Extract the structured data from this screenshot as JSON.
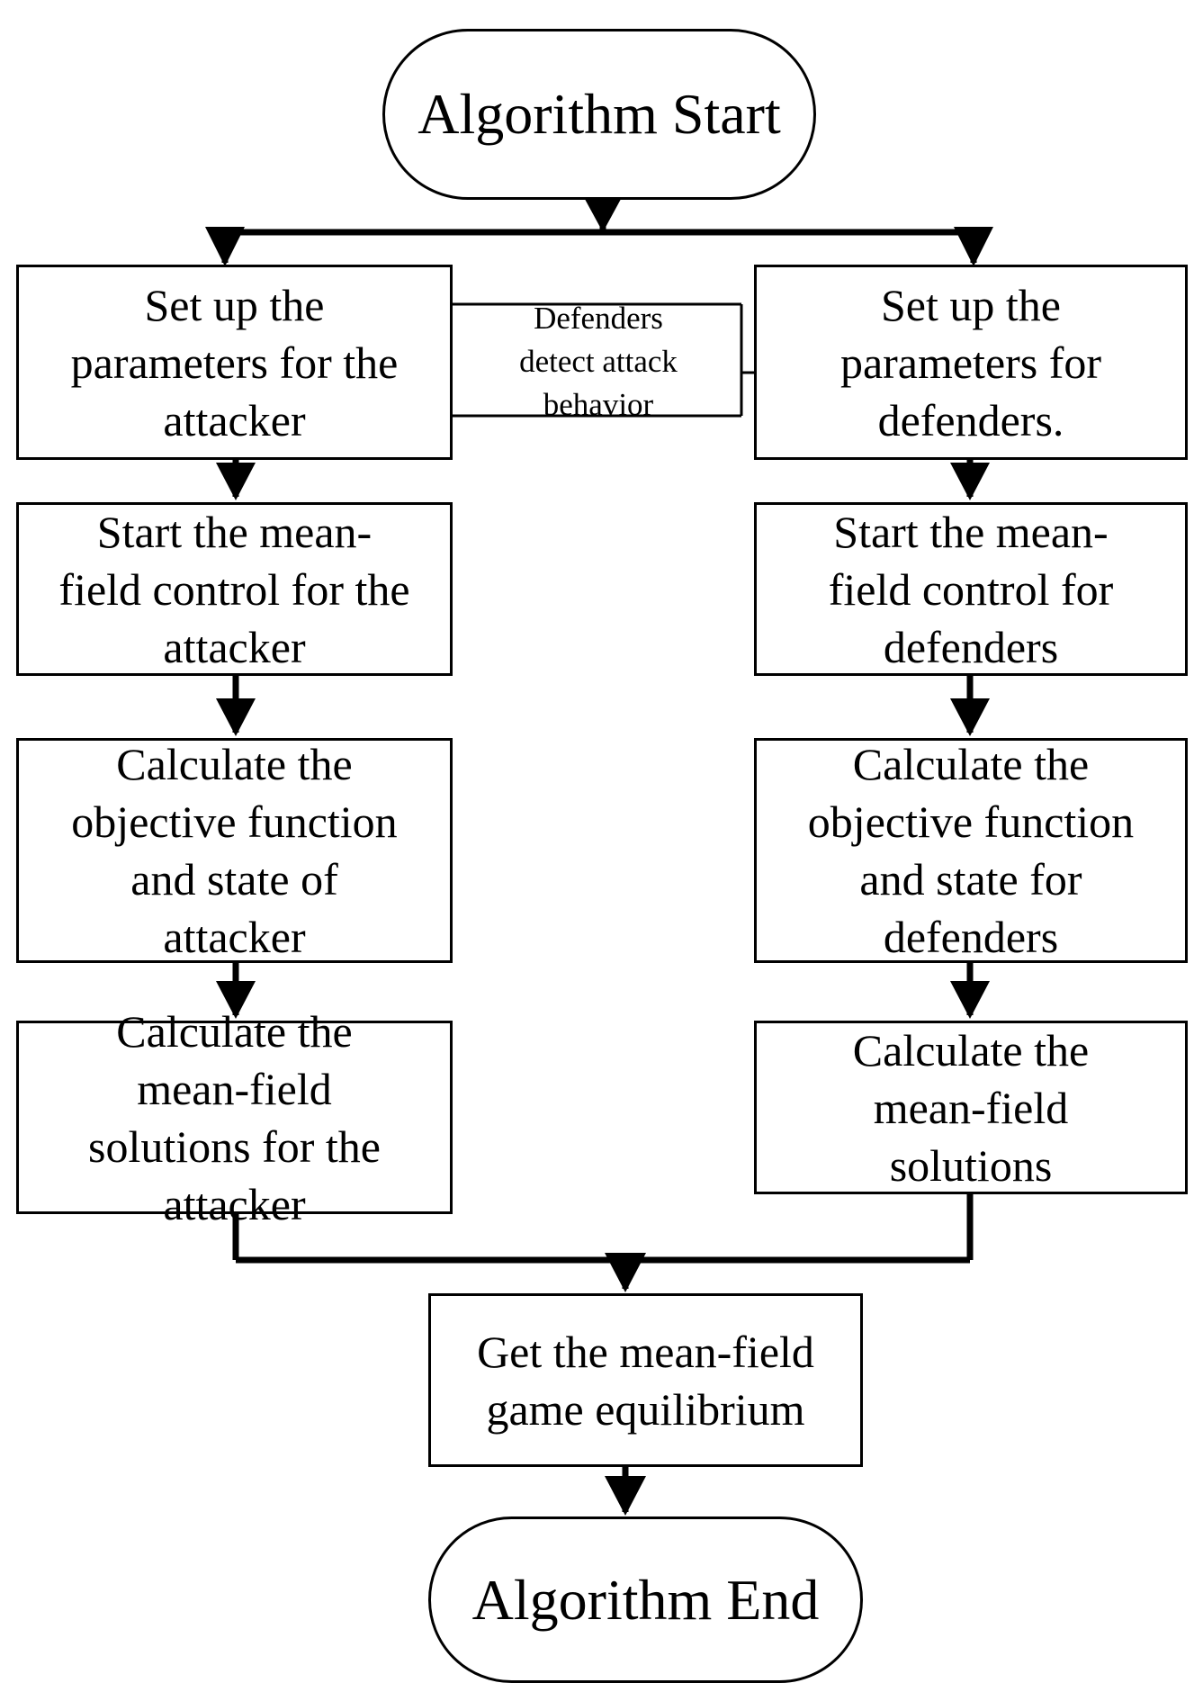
{
  "nodes": {
    "start": "Algorithm Start",
    "attacker_params": "Set up  the\nparameters for the\nattacker",
    "defender_params": "Set up  the\nparameters for\ndefenders.",
    "attacker_mfc": "Start the mean-\nfield control for the\nattacker",
    "defender_mfc": "Start the mean-\nfield control for\ndefenders",
    "attacker_obj": "Calculate the\nobjective function\nand state of\nattacker",
    "defender_obj": "Calculate the\nobjective function\nand state for\ndefenders",
    "attacker_solution": "Calculate the\nmean-field\nsolutions for the\nattacker",
    "defender_solution": "Calculate the\nmean-field\nsolutions",
    "equilibrium": "Get the mean-field\ngame equilibrium",
    "end": "Algorithm End"
  },
  "link_label": "Defenders\ndetect attack\nbehavior"
}
